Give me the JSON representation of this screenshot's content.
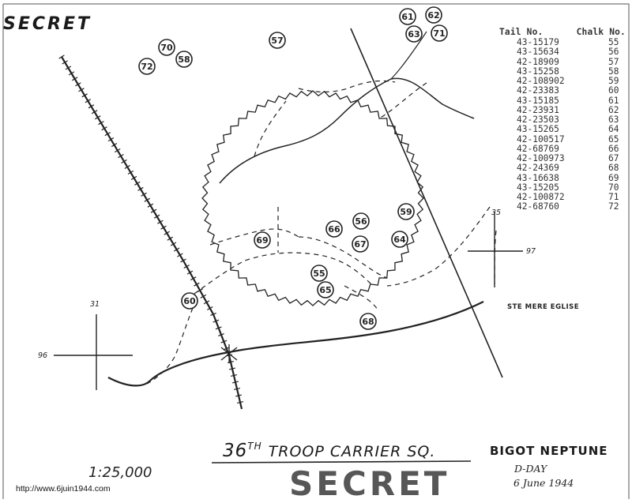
{
  "header": {
    "secret_top": "SECRET"
  },
  "legend_table": {
    "col_tail": "Tail No.",
    "col_chalk": "Chalk No.",
    "rows": [
      {
        "tail": "43-15179",
        "chalk": "55"
      },
      {
        "tail": "43-15634",
        "chalk": "56"
      },
      {
        "tail": "42-18909",
        "chalk": "57"
      },
      {
        "tail": "43-15258",
        "chalk": "58"
      },
      {
        "tail": "42-108902",
        "chalk": "59"
      },
      {
        "tail": "42-23383",
        "chalk": "60"
      },
      {
        "tail": "43-15185",
        "chalk": "61"
      },
      {
        "tail": "42-23931",
        "chalk": "62"
      },
      {
        "tail": "42-23503",
        "chalk": "63"
      },
      {
        "tail": "43-15265",
        "chalk": "64"
      },
      {
        "tail": "42-100517",
        "chalk": "65"
      },
      {
        "tail": "42-68769",
        "chalk": "66"
      },
      {
        "tail": "42-100973",
        "chalk": "67"
      },
      {
        "tail": "42-24369",
        "chalk": "68"
      },
      {
        "tail": "43-16638",
        "chalk": "69"
      },
      {
        "tail": "43-15205",
        "chalk": "70"
      },
      {
        "tail": "42-100872",
        "chalk": "71"
      },
      {
        "tail": "42-68760",
        "chalk": "72"
      }
    ]
  },
  "map_labels": {
    "place": "STE MERE EGLISE",
    "grid_35": "35",
    "grid_97": "97",
    "grid_31": "31",
    "grid_96": "96"
  },
  "chalk_markers": [
    {
      "label": "61"
    },
    {
      "label": "62"
    },
    {
      "label": "63"
    },
    {
      "label": "71"
    },
    {
      "label": "57"
    },
    {
      "label": "70"
    },
    {
      "label": "58"
    },
    {
      "label": "72"
    },
    {
      "label": "59"
    },
    {
      "label": "56"
    },
    {
      "label": "66"
    },
    {
      "label": "69"
    },
    {
      "label": "67"
    },
    {
      "label": "64"
    },
    {
      "label": "55"
    },
    {
      "label": "65"
    },
    {
      "label": "60"
    },
    {
      "label": "68"
    }
  ],
  "footer": {
    "title_prefix": "36",
    "title_suffix": "TH",
    "title_main": "TROOP CARRIER SQ.",
    "bigot": "BIGOT NEPTUNE",
    "dday": "D-DAY",
    "date": "6 June 1944",
    "scale": "1:25,000",
    "secret_bottom": "SECRET",
    "url": "http://www.6juin1944.com"
  }
}
